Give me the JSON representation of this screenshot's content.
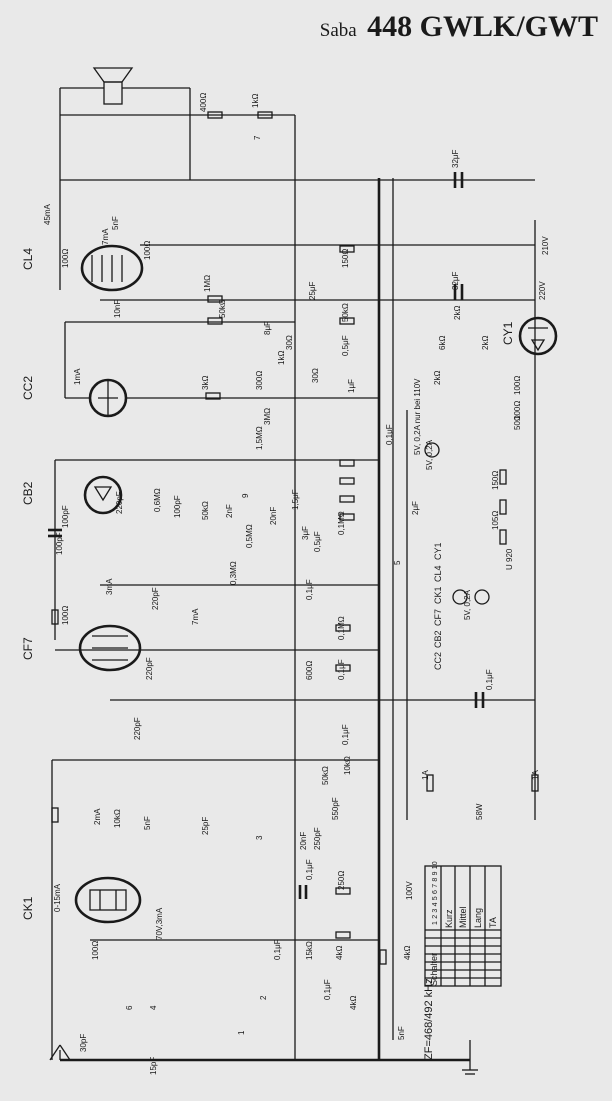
{
  "title": {
    "brand": "Saba",
    "model": "448 GWLK/GWT"
  },
  "tubes": [
    {
      "id": "cl4",
      "label": "CL4"
    },
    {
      "id": "cc2",
      "label": "CC2"
    },
    {
      "id": "cb2",
      "label": "CB2"
    },
    {
      "id": "cf7",
      "label": "CF7"
    },
    {
      "id": "ck1",
      "label": "CK1"
    },
    {
      "id": "cy1",
      "label": "CY1"
    }
  ],
  "components": [
    "400Ω",
    "1kΩ",
    "7",
    "32μF",
    "45mA",
    "5nF",
    "7mA",
    "100Ω",
    "100Ω",
    "210V",
    "1MΩ",
    "50kΩ",
    "10nF",
    "25μF",
    "150Ω",
    "32μF",
    "220V",
    "50kΩ",
    "0,5μF",
    "8μF",
    "30Ω",
    "1mA",
    "3kΩ",
    "300Ω",
    "30Ω",
    "1μF",
    "3MΩ",
    "1,5MΩ",
    "0,1μF",
    "2kΩ",
    "6kΩ",
    "2kΩ",
    "2kΩ",
    "100Ω",
    "100Ω",
    "50Ω",
    "5V, 0,2A",
    "100pF",
    "220pF",
    "0,6MΩ",
    "100pF",
    "50kΩ",
    "2nF",
    "20nF",
    "9",
    "3μF",
    "0,1MΩ",
    "0,5μF",
    "2μF",
    "0,3MΩ",
    "0,1μF",
    "100pF",
    "150Ω",
    "105Ω",
    "U 920",
    "3mA",
    "100Ω",
    "220pF",
    "7mA",
    "0,1MΩ",
    "0,1μF",
    "600Ω",
    "5V, 0,2A",
    "0,1μF",
    "220pF",
    "220pF",
    "0,1μF",
    "2mA",
    "5nF",
    "10kΩ",
    "25pF",
    "3",
    "20nF",
    "250pF",
    "550pF",
    "50kΩ",
    "10kΩ",
    "0,1μF",
    "250Ω",
    "100V",
    "0-15mA",
    "100Ω",
    "70V,3mA",
    "0,1μF",
    "15kΩ",
    "4kΩ",
    "4kΩ",
    "0,1μF",
    "4kΩ",
    "6",
    "4",
    "1",
    "2",
    "30pF",
    "15pF",
    "5nF",
    "1A",
    "1A",
    "58W",
    "5",
    "1,5μF",
    "1kΩ",
    "0,5MΩ",
    "5V, 0,2A nur bei 110V"
  ],
  "tube_string": [
    "CY1",
    "CL4",
    "CK1",
    "CF7",
    "CB2",
    "CC2"
  ],
  "frequency_label": "ZF=468/492 kHz",
  "switch_table": {
    "header": "Schalter",
    "columns": [
      "1",
      "2",
      "3",
      "4",
      "5",
      "6",
      "7",
      "8",
      "9",
      "10"
    ],
    "rows": [
      "Kurz",
      "Mittel",
      "Lang",
      "TA"
    ]
  }
}
